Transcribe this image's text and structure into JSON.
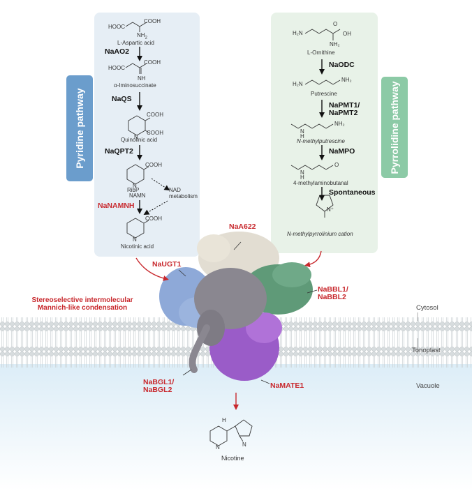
{
  "pyridine": {
    "title": "Pyridine pathway",
    "compounds": [
      "L-Aspartic acid",
      "α-Iminosuccinate",
      "Quinolinic acid",
      "NAMN",
      "Nicotinic acid"
    ],
    "enzymes": [
      "NaAO2",
      "NaQS",
      "NaQPT2",
      "NaNAMNH"
    ],
    "nad": "NAD\nmetabolism"
  },
  "pyrrolidine": {
    "title": "Pyrrolidine pathway",
    "compounds": [
      "L-Ornithine",
      "Putrescine",
      "N-methylputrescine",
      "4-methylaminobutanal",
      "N-methylpyrrolinium cation"
    ],
    "enzymes": [
      "NaODC",
      "NaPMT1/\nNaPMT2",
      "NaMPO",
      "Spontaneous"
    ]
  },
  "proteins": {
    "a622": "NaA622",
    "ugt": "NaUGT1",
    "bbl": "NaBBL1/\nNaBBL2",
    "bgl": "NaBGL1/\nNaBGL2",
    "mate": "NaMATE1"
  },
  "condensation": "Stereoselective intermolecular\nMannich-like condensation",
  "compartments": {
    "cytosol": "Cytosol",
    "tonoplast": "Tonoplast",
    "vacuole": "Vacuole"
  },
  "product": "Nicotine",
  "chem": {
    "hooc": "HOOC",
    "cooh": "COOH",
    "nh2": "NH",
    "nh2_sub": "2",
    "nh": "NH",
    "ribp": "RibP",
    "h2n": "H₂N",
    "nh2_full": "NH₂",
    "oh": "OH",
    "o": "O",
    "n": "N",
    "h": "H",
    "n_plus": "N⁺",
    "h_n": "N\nH"
  },
  "colors": {
    "pyridine_panel": "#e6eef5",
    "pyridine_tab": "#6b9dcc",
    "pyrrolidine_panel": "#e8f2e8",
    "pyrrolidine_tab": "#8ccaa6",
    "accent_red": "#c8282d",
    "vacuole": "#dcedf7",
    "ugt": "#8ea9d8",
    "a622": "#e2ddd2",
    "bbl": "#5f9a78",
    "bgl": "#8a8790",
    "mate": "#9a5cc8"
  }
}
